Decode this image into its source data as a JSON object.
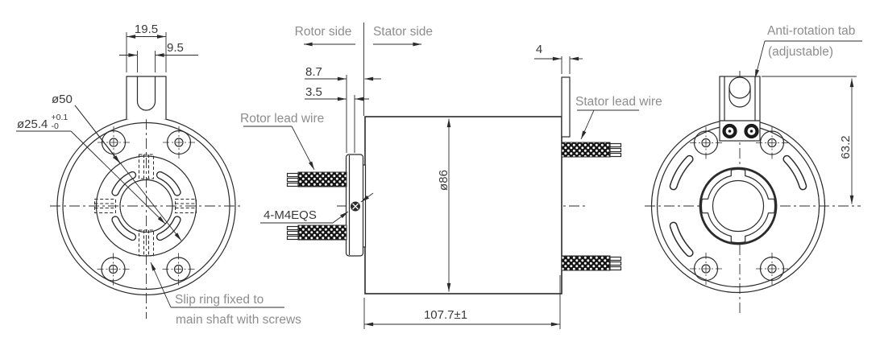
{
  "drawing": {
    "title": "slip-ring-outline-drawing",
    "labels": {
      "rotor_side": "Rotor side",
      "stator_side": "Stator side",
      "rotor_lead_wire": "Rotor lead wire",
      "stator_lead_wire": "Stator lead wire",
      "anti_rotation_tab": "Anti-rotation tab",
      "anti_rotation_tab_note": "(adjustable)",
      "screw_callout": "4-M4EQS",
      "slip_ring_note_line1": "Slip ring fixed to",
      "slip_ring_note_line2": "main shaft with screws"
    },
    "dimensions": {
      "tab_outer_width": "19.5",
      "tab_slot_width": "9.5",
      "flange_circle_diameter": "ø50",
      "bore_diameter": "ø25.4",
      "bore_tol_plus": "+0.1",
      "bore_tol_minus": "-0",
      "rotor_stack_length": "8.7",
      "flange_thickness": "3.5",
      "tab_plate_thickness": "4",
      "body_diameter": "ø86",
      "overall_length": "107.7±1",
      "tab_center_height": "63.2"
    },
    "colors": {
      "background": "#ffffff",
      "line": "#2b2b2b",
      "dimension_text": "#3a3a3a",
      "label_text": "#8d8d8d",
      "braid_dark": "#141414"
    }
  }
}
